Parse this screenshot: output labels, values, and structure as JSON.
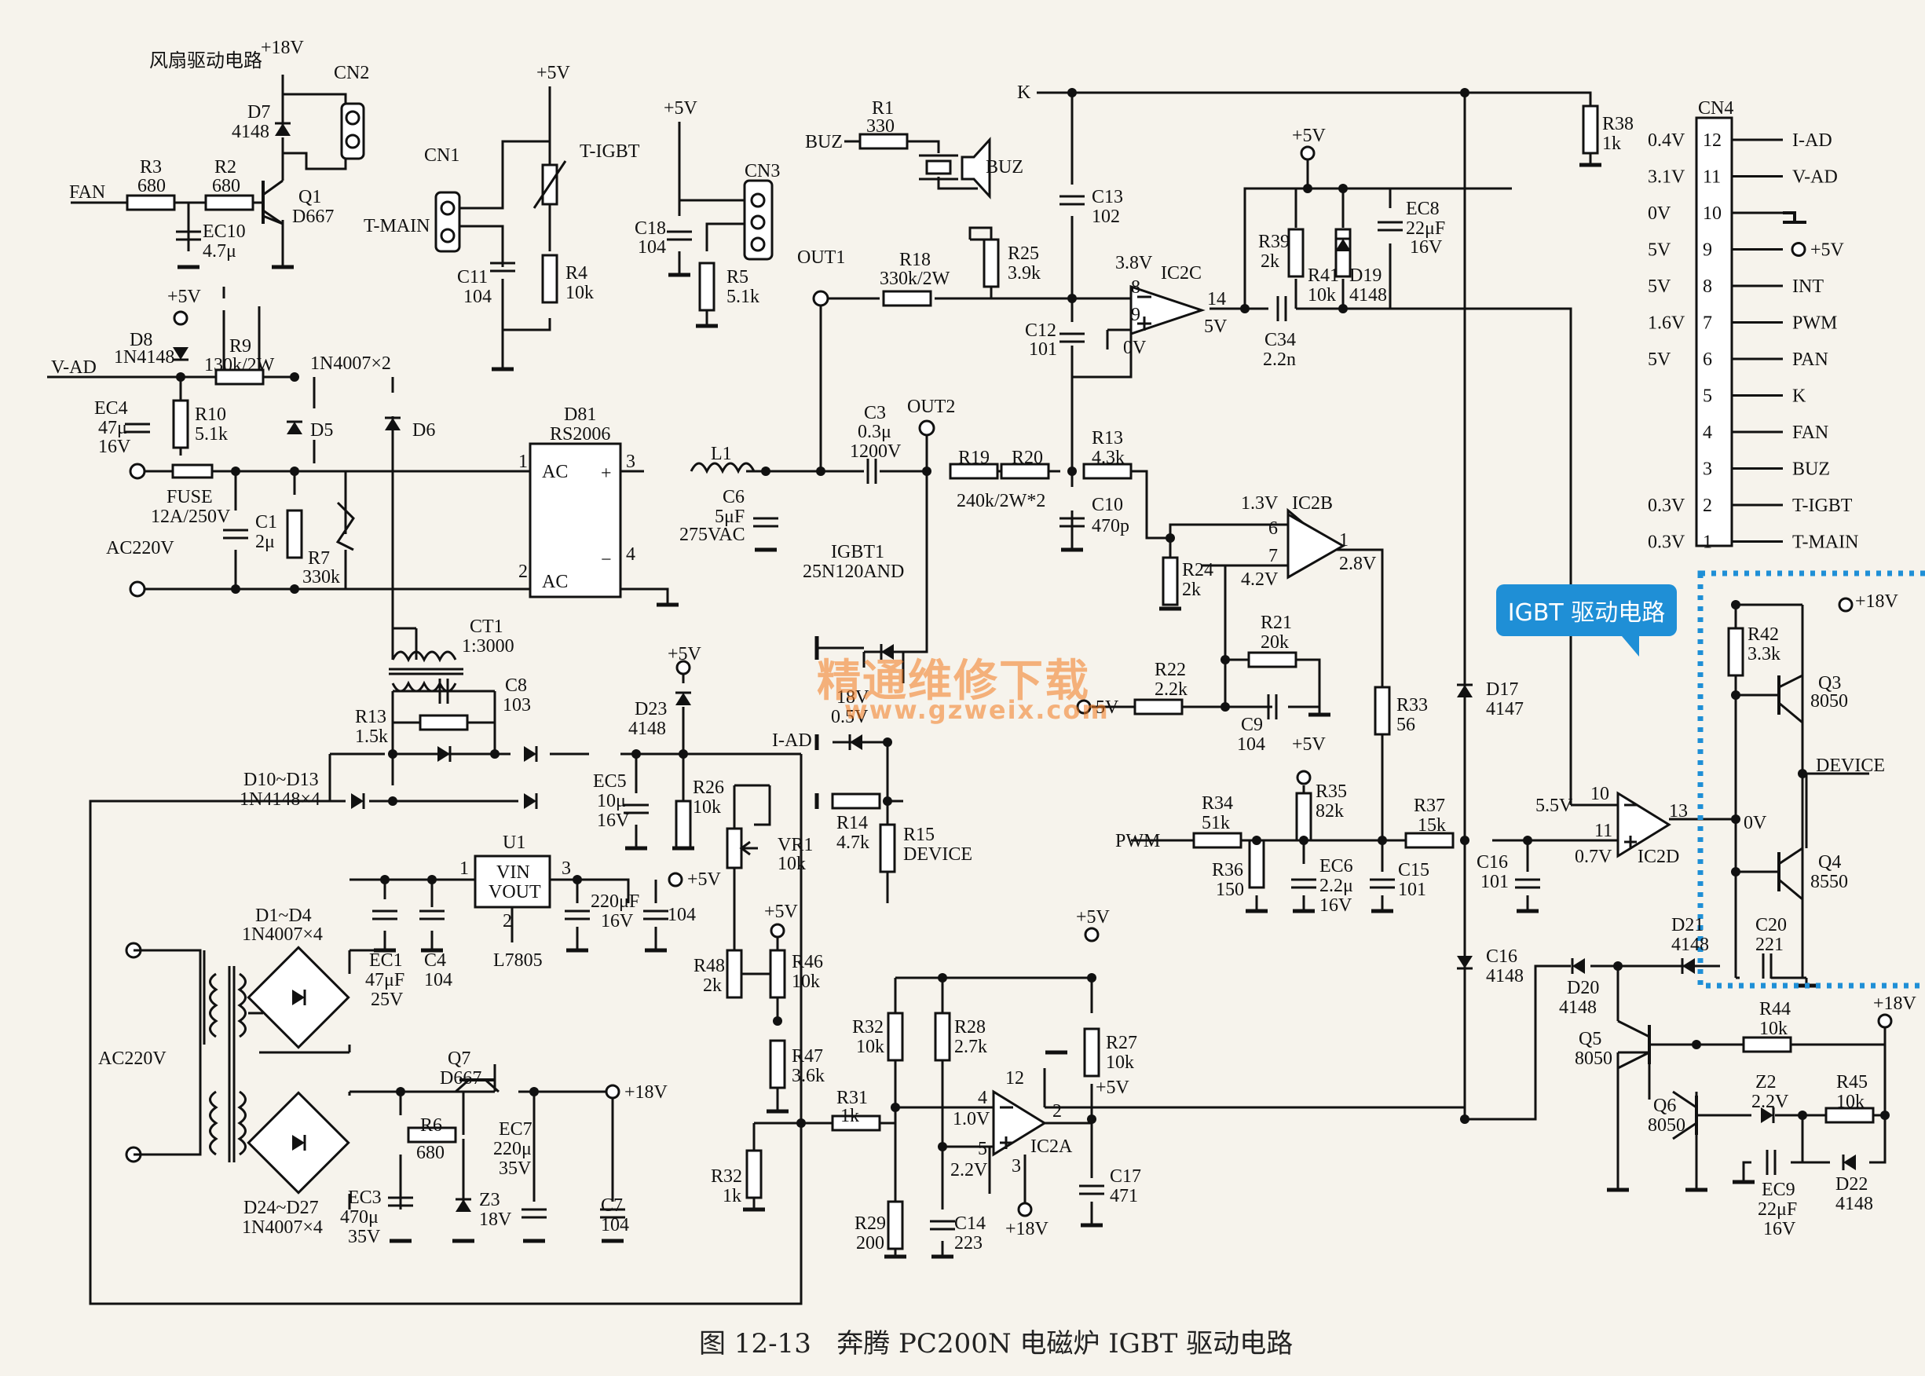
{
  "caption": "图 12-13   奔腾 PC200N 电磁炉 IGBT 驱动电路",
  "callout": "IGBT 驱动电路",
  "watermark": {
    "line1": "精通维修下载",
    "line2": "www.gzweix.com"
  },
  "colors": {
    "highlight_box": "#1f8fd6",
    "watermark": "#f2781e"
  },
  "labels": {
    "fan_title": "风扇驱动电路",
    "p18v_fan": "+18V",
    "cn2": "CN2",
    "d7": "D7",
    "d7v": "4148",
    "fan": "FAN",
    "r3": "R3",
    "r3v": "680",
    "r2": "R2",
    "r2v": "680",
    "q1": "Q1",
    "q1v": "D667",
    "ec10": "EC10",
    "ec10v": "4.7μ",
    "p5v_a": "+5V",
    "cn1": "CN1",
    "tigbt": "T-IGBT",
    "tmain": "T-MAIN",
    "c11": "C11",
    "c11v": "104",
    "r4": "R4",
    "r4v": "10k",
    "p5v_b": "+5V",
    "cn3": "CN3",
    "c18": "C18",
    "c18v": "104",
    "r5": "R5",
    "r5v": "5.1k",
    "r1": "R1",
    "r1v": "330",
    "buz_in": "BUZ",
    "buz": "BUZ",
    "k": "K",
    "r38": "R38",
    "r38v": "1k",
    "c13": "C13",
    "c13v": "102",
    "c12": "C12",
    "c12v": "101",
    "out1": "OUT1",
    "r18": "R18",
    "r18v": "330k/2W",
    "r25": "R25",
    "r25v": "3.9k",
    "v38": "3.8V",
    "ic2c": "IC2C",
    "p8": "8",
    "p9": "9",
    "p14": "14",
    "v5o": "5V",
    "v0a": "0V",
    "p5v_c": "+5V",
    "r39": "R39",
    "r39v": "2k",
    "r41": "R41",
    "r41v": "10k",
    "d19": "D19",
    "d19v": "4148",
    "ec8": "EC8",
    "ec8v": "22μF",
    "ec8v2": "16V",
    "c34": "C34",
    "c34v": "2.2n",
    "cn4": "CN4",
    "cn4_pins": [
      {
        "v": "0.4V",
        "n": "12",
        "sig": "I-AD"
      },
      {
        "v": "3.1V",
        "n": "11",
        "sig": "V-AD"
      },
      {
        "v": "0V",
        "n": "10",
        "sig": ""
      },
      {
        "v": "5V",
        "n": "9",
        "sig": "+5V"
      },
      {
        "v": "5V",
        "n": "8",
        "sig": "INT"
      },
      {
        "v": "1.6V",
        "n": "7",
        "sig": "PWM"
      },
      {
        "v": "5V",
        "n": "6",
        "sig": "PAN"
      },
      {
        "v": "",
        "n": "5",
        "sig": "K"
      },
      {
        "v": "",
        "n": "4",
        "sig": "FAN"
      },
      {
        "v": "",
        "n": "3",
        "sig": "BUZ"
      },
      {
        "v": "0.3V",
        "n": "2",
        "sig": "T-IGBT"
      },
      {
        "v": "0.3V",
        "n": "1",
        "sig": "T-MAIN"
      }
    ],
    "p5v_d": "+5V",
    "d8": "D8",
    "d8v": "1N4148",
    "r9": "R9",
    "r9v": "130k/2W",
    "d56": "1N4007×2",
    "vad": "V-AD",
    "ec4": "EC4",
    "ec4v": "47μ",
    "ec4v2": "16V",
    "r10": "R10",
    "r10v": "5.1k",
    "d5": "D5",
    "d6": "D6",
    "d81": "D81",
    "d81v": "RS2006",
    "fuse": "FUSE",
    "fusev": "12A/250V",
    "c1": "C1",
    "c1v": "2μ",
    "ac220": "AC220V",
    "r7": "R7",
    "r7v": "330k",
    "ac1": "AC",
    "ac2": "AC",
    "bp": "+",
    "bm": "−",
    "b1": "1",
    "b2": "2",
    "b3": "3",
    "b4": "4",
    "l1": "L1",
    "c6": "C6",
    "c6v": "5μF",
    "c6v2": "275VAC",
    "c3": "C3",
    "c3v": "0.3μ",
    "c3v2": "1200V",
    "out2": "OUT2",
    "r19": "R19",
    "r20": "R20",
    "r1920": "240k/2W*2",
    "r13a": "R13",
    "r13av": "4.3k",
    "c10": "C10",
    "c10v": "470p",
    "igbt": "IGBT1",
    "igbtv": "25N120AND",
    "ct1": "CT1",
    "ct1v": "1:3000",
    "c8": "C8",
    "c8v": "103",
    "r13b": "R13",
    "r13bv": "1.5k",
    "d10": "D10~D13",
    "d10v": "1N4148×4",
    "p5v_e": "+5V",
    "d23": "D23",
    "d23v": "4148",
    "iad": "I-AD",
    "ec5": "EC5",
    "ec5v": "10μ",
    "ec5v2": "16V",
    "r26": "R26",
    "r26v": "10k",
    "v18": "18V",
    "v05": "0.5V",
    "r14": "R14",
    "r14v": "4.7k",
    "r15": "R15",
    "r15v": "DEVICE",
    "vr1": "VR1",
    "vr1v": "10k",
    "v13": "1.3V",
    "ic2b": "IC2B",
    "p6": "6",
    "p7": "7",
    "p1": "1",
    "v42": "4.2V",
    "v28": "2.8V",
    "r24": "R24",
    "r24v": "2k",
    "r21": "R21",
    "r21v": "20k",
    "r22": "R22",
    "r22v": "2.2k",
    "c9": "C9",
    "c9v": "104",
    "v5i": "5V",
    "p5v_f": "+5V",
    "r35": "R35",
    "r35v": "82k",
    "r33": "R33",
    "r33v": "56",
    "d17": "D17",
    "d17v": "4147",
    "pwm": "PWM",
    "r34": "R34",
    "r34v": "51k",
    "r36": "R36",
    "r36v": "150",
    "ec6": "EC6",
    "ec6v": "2.2μ",
    "ec6v2": "16V",
    "c15": "C15",
    "c15v": "101",
    "r37": "R37",
    "r37v": "15k",
    "c16a": "C16",
    "c16av": "101",
    "v55": "5.5V",
    "p10": "10",
    "p11": "11",
    "p13": "13",
    "v07": "0.7V",
    "ic2d": "IC2D",
    "p18v_b": "+18V",
    "r42": "R42",
    "r42v": "3.3k",
    "q3": "Q3",
    "q3v": "8050",
    "device": "DEVICE",
    "v0b": "0V",
    "q4": "Q4",
    "q4v": "8550",
    "d21": "D21",
    "d21v": "4148",
    "c20": "C20",
    "c20v": "221",
    "d20": "D20",
    "d20v": "4148",
    "c16b": "C16",
    "c16bv": "4148",
    "p18v_c": "+18V",
    "r44": "R44",
    "r44v": "10k",
    "q5": "Q5",
    "q5v": "8050",
    "q6": "Q6",
    "q6v": "8050",
    "z2": "Z2",
    "z2v": "2.2V",
    "r45": "R45",
    "r45v": "10k",
    "ec9": "EC9",
    "ec9v": "22μF",
    "ec9v2": "16V",
    "d22": "D22",
    "d22v": "4148",
    "u1": "U1",
    "vin": "VIN",
    "vout": "VOUT",
    "u1p1": "1",
    "u1p2": "2",
    "u1p3": "3",
    "l7805": "L7805",
    "p5v_g": "+5V",
    "c220": "220μF",
    "c220v": "16V",
    "c104": "104",
    "d1": "D1~D4",
    "d1v": "1N4007×4",
    "ec1": "EC1",
    "ec1v": "47μF",
    "ec1v2": "25V",
    "c4": "C4",
    "c4v": "104",
    "ac220b": "AC220V",
    "q7": "Q7",
    "q7v": "D667",
    "p18v_d": "+18V",
    "r6": "R6",
    "r6v": "680",
    "ec7": "EC7",
    "ec7v": "220μ",
    "ec7v2": "35V",
    "ec3": "EC3",
    "ec3v": "470μ",
    "ec3v2": "35V",
    "z3": "Z3",
    "z3v": "18V",
    "c7": "C7",
    "c7v": "104",
    "d24": "D24~D27",
    "d24v": "1N4007×4",
    "p5v_h": "+5V",
    "r48": "R48",
    "r48v": "2k",
    "r46": "R46",
    "r46v": "10k",
    "r47": "R47",
    "r47v": "3.6k",
    "p5v_i": "+5V",
    "r32a": "R32",
    "r32av": "10k",
    "r28": "R28",
    "r28v": "2.7k",
    "r27": "R27",
    "r27v": "10k",
    "p12": "12",
    "p4": "4",
    "p5": "5",
    "p2": "2",
    "p3": "3",
    "v10": "1.0V",
    "v22": "2.2V",
    "ic2a": "IC2A",
    "v5p": "+5V",
    "r31": "R31",
    "r31v": "1k",
    "r32b": "R32",
    "r32bv": "1k",
    "r29": "R29",
    "r29v": "200",
    "c14": "C14",
    "c14v": "223",
    "c17": "C17",
    "c17v": "471",
    "p18v_e": "+18V"
  }
}
